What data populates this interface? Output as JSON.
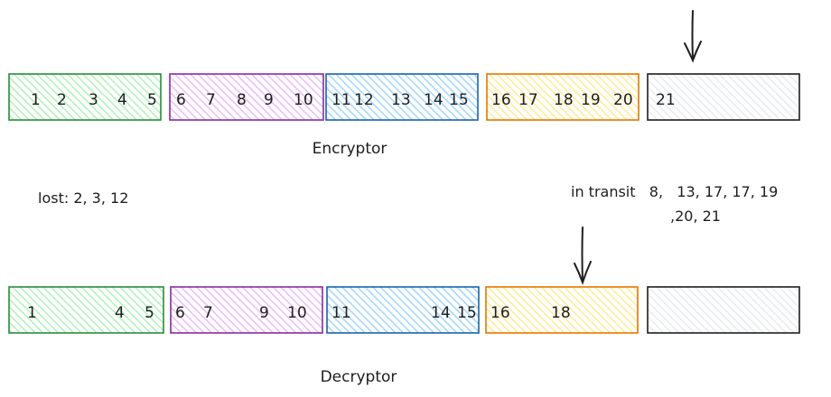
{
  "colors": {
    "green": {
      "fill": "#b2f2bb",
      "stroke": "#2b8a3e"
    },
    "purple": {
      "fill": "#eebefa",
      "stroke": "#862e9c"
    },
    "blue": {
      "fill": "#a5d8ff",
      "stroke": "#1864ab"
    },
    "yellow": {
      "fill": "#ffec99",
      "stroke": "#e67700"
    },
    "gray": {
      "fill": "#e9ecef",
      "stroke": "#1e1e1e"
    },
    "ink": "#1e1e1e"
  },
  "encryptor": {
    "label": "Encryptor",
    "blocks": [
      {
        "color": "green",
        "numbers": [
          "1",
          "2",
          "3",
          "4",
          "5"
        ]
      },
      {
        "color": "purple",
        "numbers": [
          "6",
          "7",
          "8",
          "9",
          "10"
        ]
      },
      {
        "color": "blue",
        "numbers": [
          "11",
          "12",
          "13",
          "14",
          "15"
        ]
      },
      {
        "color": "yellow",
        "numbers": [
          "16",
          "17",
          "18",
          "19",
          "20"
        ]
      },
      {
        "color": "gray",
        "numbers": [
          "21"
        ]
      }
    ]
  },
  "decryptor": {
    "label": "Decryptor",
    "blocks": [
      {
        "color": "green",
        "numbers": [
          "1",
          "4",
          "5"
        ]
      },
      {
        "color": "purple",
        "numbers": [
          "6",
          "7",
          "9",
          "10"
        ]
      },
      {
        "color": "blue",
        "numbers": [
          "11",
          "14",
          "15"
        ]
      },
      {
        "color": "yellow",
        "numbers": [
          "16",
          "18"
        ]
      },
      {
        "color": "gray",
        "numbers": []
      }
    ]
  },
  "notes": {
    "lost": "lost: 2, 3, 12",
    "in_transit_line1": "in transit   8,   13, 17, 17, 19",
    "in_transit_line2": ",20, 21"
  }
}
